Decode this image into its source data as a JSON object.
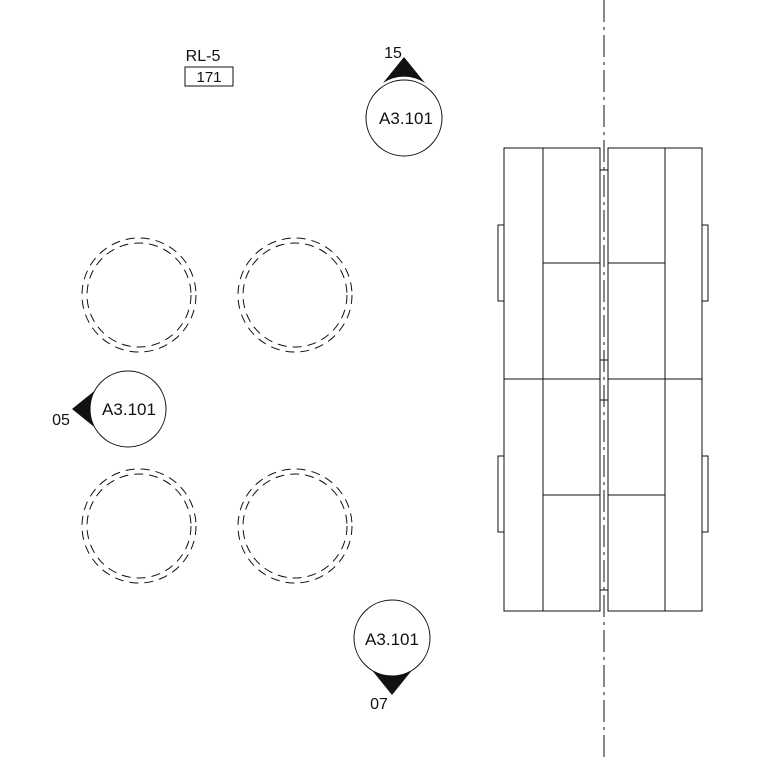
{
  "room_tag": {
    "name": "RL-5",
    "number": "171"
  },
  "section_markers": [
    {
      "id": "north",
      "sheet": "A3.101",
      "detail": "15"
    },
    {
      "id": "west",
      "sheet": "A3.101",
      "detail": "05"
    },
    {
      "id": "south",
      "sheet": "A3.101",
      "detail": "07"
    }
  ],
  "colors": {
    "line": "#111111",
    "background": "#ffffff"
  }
}
